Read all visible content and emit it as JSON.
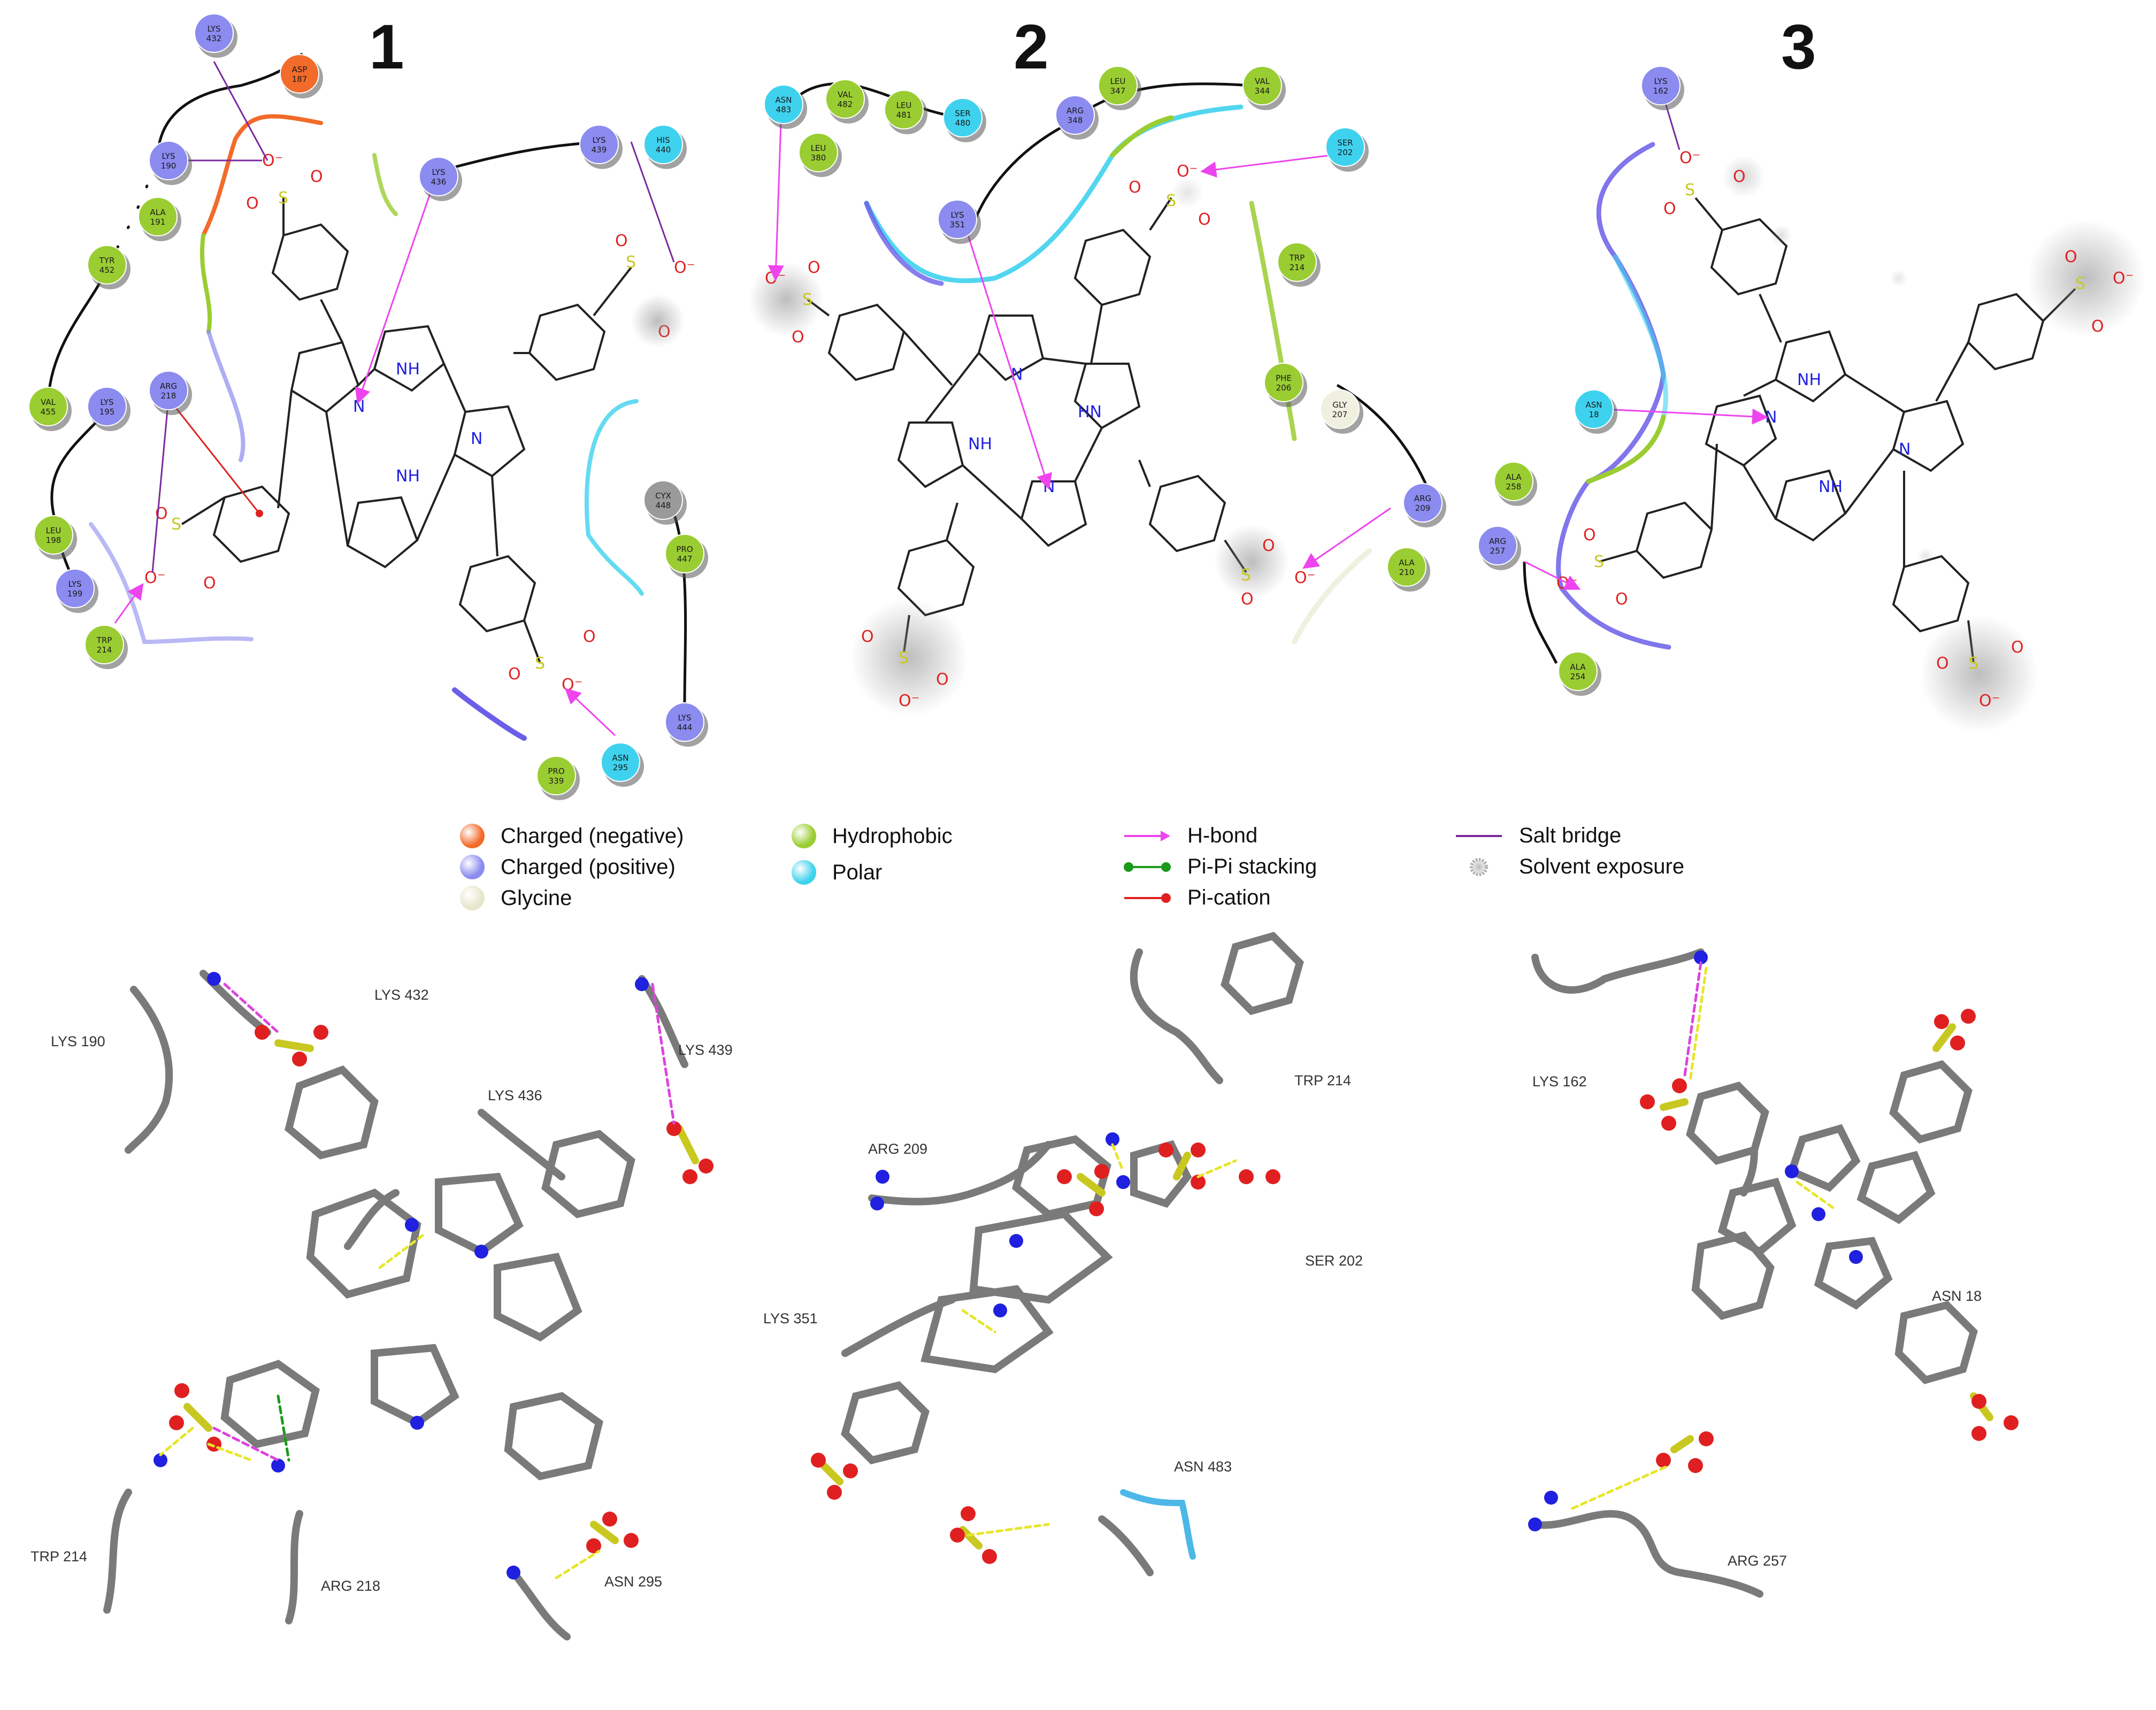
{
  "panels": [
    {
      "number": "1"
    },
    {
      "number": "2"
    },
    {
      "number": "3"
    }
  ],
  "residues_2d": {
    "p1": [
      {
        "name": "LYS",
        "num": "432",
        "type": "positive"
      },
      {
        "name": "ASP",
        "num": "187",
        "type": "negative"
      },
      {
        "name": "LYS",
        "num": "190",
        "type": "positive"
      },
      {
        "name": "ALA",
        "num": "191",
        "type": "hydrophobic"
      },
      {
        "name": "TYR",
        "num": "452",
        "type": "hydrophobic"
      },
      {
        "name": "VAL",
        "num": "455",
        "type": "hydrophobic"
      },
      {
        "name": "LYS",
        "num": "195",
        "type": "positive"
      },
      {
        "name": "ARG",
        "num": "218",
        "type": "positive"
      },
      {
        "name": "LEU",
        "num": "198",
        "type": "hydrophobic"
      },
      {
        "name": "LYS",
        "num": "199",
        "type": "positive"
      },
      {
        "name": "TRP",
        "num": "214",
        "type": "hydrophobic"
      },
      {
        "name": "LYS",
        "num": "436",
        "type": "positive"
      },
      {
        "name": "LYS",
        "num": "439",
        "type": "positive"
      },
      {
        "name": "HIS",
        "num": "440",
        "type": "polar"
      },
      {
        "name": "CYX",
        "num": "448",
        "type": "gray"
      },
      {
        "name": "PRO",
        "num": "447",
        "type": "hydrophobic"
      },
      {
        "name": "LYS",
        "num": "444",
        "type": "positive"
      },
      {
        "name": "ASN",
        "num": "295",
        "type": "polar"
      },
      {
        "name": "PRO",
        "num": "339",
        "type": "hydrophobic"
      }
    ],
    "p2": [
      {
        "name": "ASN",
        "num": "483",
        "type": "polar"
      },
      {
        "name": "VAL",
        "num": "482",
        "type": "hydrophobic"
      },
      {
        "name": "LEU",
        "num": "481",
        "type": "hydrophobic"
      },
      {
        "name": "SER",
        "num": "480",
        "type": "polar"
      },
      {
        "name": "LEU",
        "num": "380",
        "type": "hydrophobic"
      },
      {
        "name": "ARG",
        "num": "348",
        "type": "positive"
      },
      {
        "name": "LEU",
        "num": "347",
        "type": "hydrophobic"
      },
      {
        "name": "VAL",
        "num": "344",
        "type": "hydrophobic"
      },
      {
        "name": "SER",
        "num": "202",
        "type": "polar"
      },
      {
        "name": "LYS",
        "num": "351",
        "type": "positive"
      },
      {
        "name": "TRP",
        "num": "214",
        "type": "hydrophobic"
      },
      {
        "name": "PHE",
        "num": "206",
        "type": "hydrophobic"
      },
      {
        "name": "GLY",
        "num": "207",
        "type": "glycine"
      },
      {
        "name": "ARG",
        "num": "209",
        "type": "positive"
      },
      {
        "name": "ALA",
        "num": "210",
        "type": "hydrophobic"
      }
    ],
    "p3": [
      {
        "name": "LYS",
        "num": "162",
        "type": "positive"
      },
      {
        "name": "ASN",
        "num": "18",
        "type": "polar"
      },
      {
        "name": "ALA",
        "num": "258",
        "type": "hydrophobic"
      },
      {
        "name": "ARG",
        "num": "257",
        "type": "positive"
      },
      {
        "name": "ALA",
        "num": "254",
        "type": "hydrophobic"
      }
    ]
  },
  "atoms": {
    "nh": "NH",
    "hn": "HN",
    "n": "N",
    "s": "S",
    "o": "O",
    "o_minus": "O⁻"
  },
  "legend": {
    "residue_types": [
      {
        "label": "Charged (negative)",
        "color": "#f26b2a"
      },
      {
        "label": "Charged (positive)",
        "color": "#8b8bf0"
      },
      {
        "label": "Glycine",
        "color": "#f0f0e0"
      },
      {
        "label": "Hydrophobic",
        "color": "#9acd32"
      },
      {
        "label": "Polar",
        "color": "#3fd2ee"
      }
    ],
    "interactions": [
      {
        "label": "H-bond",
        "color": "#ee44ee",
        "style": "arrow"
      },
      {
        "label": "Pi-Pi stacking",
        "color": "#1a9a1a",
        "style": "dots"
      },
      {
        "label": "Pi-cation",
        "color": "#e02020",
        "style": "dots"
      },
      {
        "label": "Salt bridge",
        "color": "#7a2aa0",
        "style": "line"
      },
      {
        "label": "Solvent exposure",
        "color": "#b0b0b0",
        "style": "halo"
      }
    ]
  },
  "residues_3d": {
    "p1": [
      "LYS  190",
      "LYS  432",
      "LYS  436",
      "LYS  439",
      "TRP  214",
      "ARG  218",
      "ASN  295"
    ],
    "p2": [
      "TRP  214",
      "ARG  209",
      "SER  202",
      "LYS  351",
      "ASN  483"
    ],
    "p3": [
      "LYS  162",
      "ASN  18",
      "ARG  257"
    ]
  },
  "colors": {
    "negative": "#f26b2a",
    "positive": "#8b8bf0",
    "glycine": "#f0f0e0",
    "hydrophobic": "#9acd32",
    "polar": "#3fd2ee",
    "gray": "#9a9a9a",
    "sulfur": "#c8c820",
    "oxygen": "#e02020",
    "nitrogen": "#2020e0",
    "carbon": "#808080"
  }
}
